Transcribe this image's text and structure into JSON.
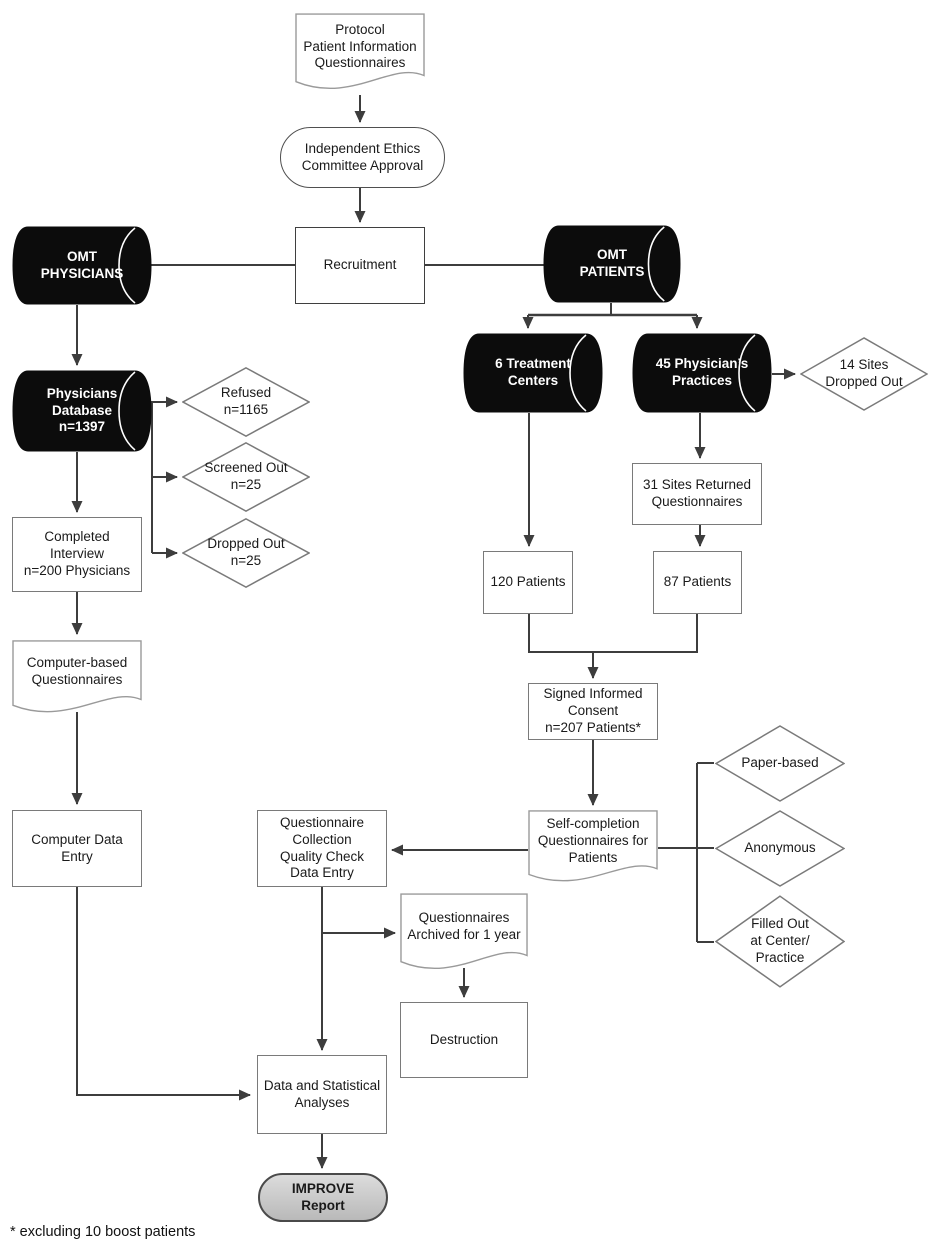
{
  "diagram": {
    "footnote": "* excluding 10 boost patients",
    "colors": {
      "cylinder_fill": "#0c0c0c",
      "line": "#3d3d3d",
      "shape_border": "#7a7a7a",
      "report_fill": "#c8c8c8"
    },
    "nodes": {
      "protocol_doc": {
        "label": "Protocol\nPatient Information\nQuestionnaires"
      },
      "ethics": {
        "label": "Independent Ethics\nCommittee Approval"
      },
      "recruitment": {
        "label": "Recruitment"
      },
      "omt_physicians": {
        "label": "OMT\nPHYSICIANS"
      },
      "omt_patients": {
        "label": "OMT\nPATIENTS"
      },
      "physicians_db": {
        "label": "Physicians\nDatabase\nn=1397"
      },
      "refused": {
        "label": "Refused\nn=1165"
      },
      "screened_out": {
        "label": "Screened Out\nn=25"
      },
      "dropped_out": {
        "label": "Dropped Out\nn=25"
      },
      "completed_interview": {
        "label": "Completed\nInterview\nn=200 Physicians"
      },
      "computer_questionnaires": {
        "label": "Computer-based\nQuestionnaires"
      },
      "computer_data_entry": {
        "label": "Computer Data\nEntry"
      },
      "treatment_centers": {
        "label": "6 Treatment\nCenters"
      },
      "physician_practices": {
        "label": "45 Physician’s\nPractices"
      },
      "sites_dropped": {
        "label": "14 Sites\nDropped Out"
      },
      "sites_returned": {
        "label": "31 Sites Returned\nQuestionnaires"
      },
      "patients_120": {
        "label": "120 Patients"
      },
      "patients_87": {
        "label": "87 Patients"
      },
      "signed_consent": {
        "label": "Signed Informed\nConsent\nn=207 Patients*"
      },
      "self_completion": {
        "label": "Self-completion\nQuestionnaires for\nPatients"
      },
      "paper_based": {
        "label": "Paper-based"
      },
      "anonymous": {
        "label": "Anonymous"
      },
      "filled_out": {
        "label": "Filled Out\nat Center/\nPractice"
      },
      "questionnaire_collection": {
        "label": "Questionnaire\nCollection\nQuality Check\nData Entry"
      },
      "questionnaires_archived": {
        "label": "Questionnaires\nArchived for 1 year"
      },
      "destruction": {
        "label": "Destruction"
      },
      "data_analyses": {
        "label": "Data and Statistical\nAnalyses"
      },
      "improve_report": {
        "label": "IMPROVE\nReport"
      }
    }
  }
}
